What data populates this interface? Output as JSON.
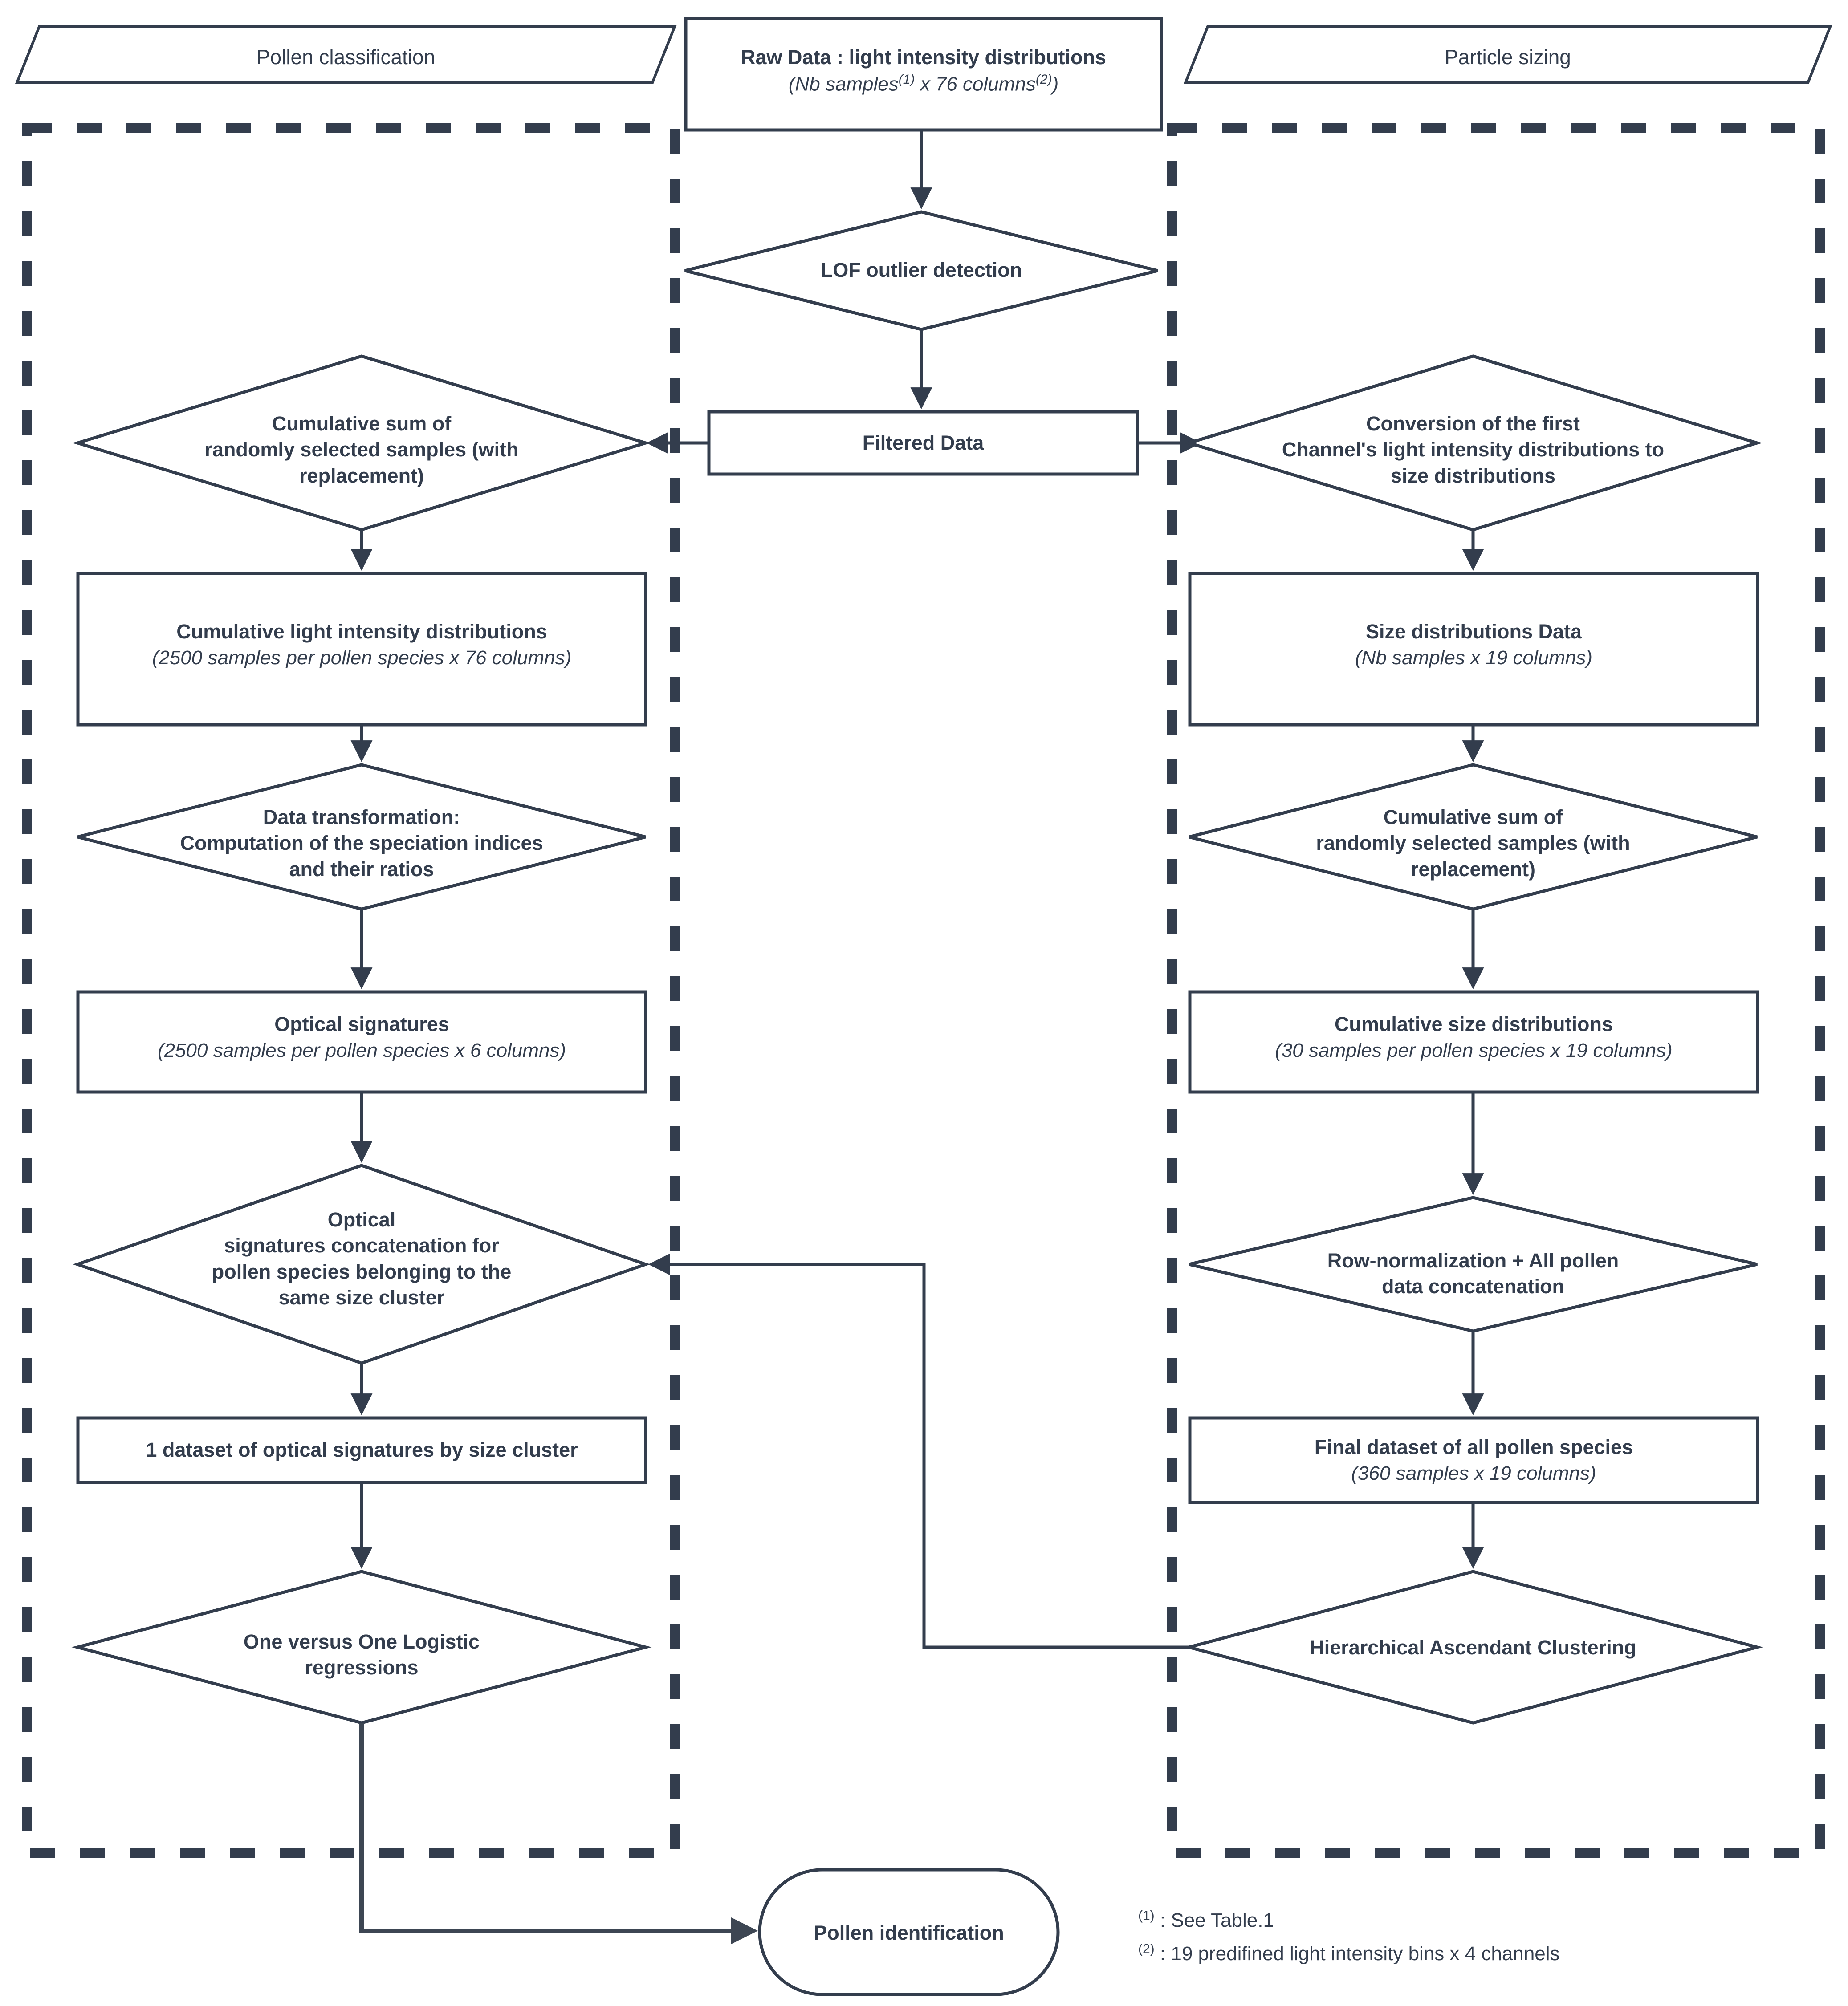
{
  "banners": {
    "left": "Pollen classification",
    "right": "Particle sizing"
  },
  "nodes": {
    "raw_data": {
      "title": "Raw Data : light intensity distributions",
      "subtitle_pre": "(Nb samples",
      "subtitle_sup1": "(1)",
      "subtitle_mid": " x 76 columns",
      "subtitle_sup2": "(2)",
      "subtitle_post": ")"
    },
    "lof": {
      "title": "LOF outlier detection"
    },
    "filtered": {
      "title": "Filtered Data"
    },
    "left_cumsum": {
      "title": "Cumulative sum of\nrandomly selected samples (with\nreplacement)"
    },
    "left_cum_light": {
      "title": "Cumulative light intensity distributions",
      "subtitle": "(2500 samples per pollen species x 76 columns)"
    },
    "left_transform": {
      "title": "Data transformation:\nComputation of the speciation indices\nand their ratios"
    },
    "left_optical": {
      "title": "Optical signatures",
      "subtitle": "(2500 samples per pollen species x 6 columns)"
    },
    "left_concat": {
      "title": "Optical\nsignatures concatenation for\npollen species belonging to the\nsame size cluster"
    },
    "left_dataset": {
      "title": "1 dataset of optical signatures by size cluster"
    },
    "left_ovo": {
      "title": "One versus One Logistic\nregressions"
    },
    "right_conversion": {
      "title": "Conversion of the first\nChannel's light intensity distributions to\nsize distributions"
    },
    "right_size_data": {
      "title": "Size distributions Data",
      "subtitle": "(Nb samples x 19 columns)"
    },
    "right_cumsum": {
      "title": "Cumulative sum of\nrandomly selected samples (with\nreplacement)"
    },
    "right_cum_size": {
      "title": "Cumulative size distributions",
      "subtitle": "(30 samples per pollen species x 19 columns)"
    },
    "right_rownorm": {
      "title": "Row-normalization + All pollen\ndata concatenation"
    },
    "right_final": {
      "title": "Final dataset of all pollen species",
      "subtitle": "(360 samples x 19 columns)"
    },
    "right_hac": {
      "title": "Hierarchical Ascendant Clustering"
    },
    "pollen_id": {
      "title": "Pollen identification"
    }
  },
  "footnotes": [
    {
      "marker": "(1)",
      "text": " : See Table.1"
    },
    {
      "marker": "(2)",
      "text": " : 19 predifined light intensity bins x 4 channels"
    }
  ],
  "colors": {
    "stroke": "#333d4d",
    "fill": "#ffffff",
    "text": "#333d4d"
  }
}
